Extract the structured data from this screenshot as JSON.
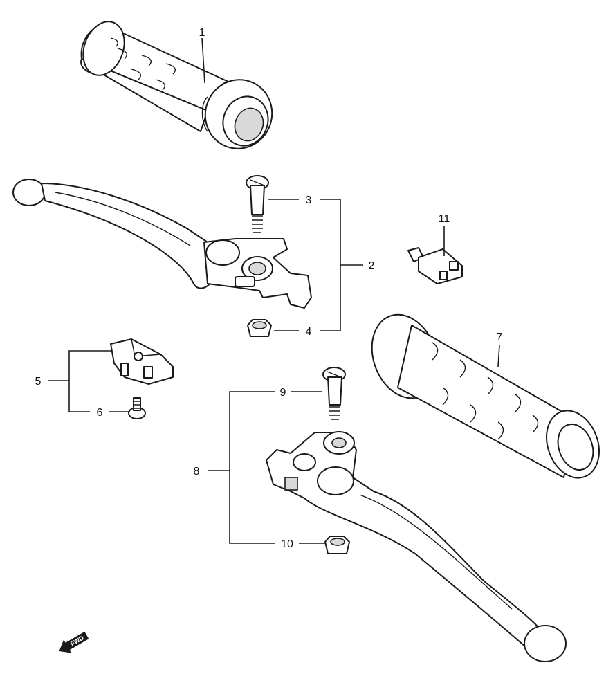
{
  "callouts": {
    "c1": "1",
    "c2": "2",
    "c3": "3",
    "c4": "4",
    "c5": "5",
    "c6": "6",
    "c7": "7",
    "c8": "8",
    "c9": "9",
    "c10": "10",
    "c11": "11"
  },
  "direction_badge": "FWD",
  "colors": {
    "line": "#1a1a1a",
    "shade": "#d9d9d9",
    "background": "#ffffff"
  }
}
